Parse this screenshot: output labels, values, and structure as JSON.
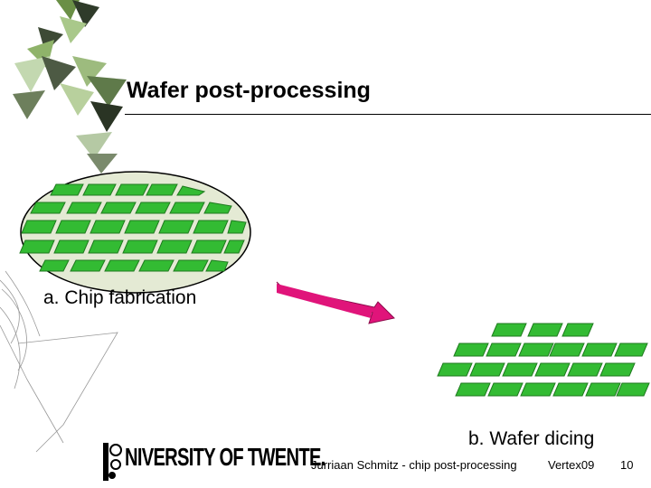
{
  "slide": {
    "title": "Wafer post-processing",
    "caption_a": "a. Chip fabrication",
    "caption_b": "b. Wafer dicing"
  },
  "footer": {
    "author": "Jurriaan Schmitz - chip post-processing",
    "conference": "Vertex09",
    "page": "10"
  },
  "logo": {
    "text": "NIVERSITY OF TWENTE."
  },
  "colors": {
    "chip": "#33bb33",
    "chip_border": "#1f7a1f",
    "wafer": "#e4ead4",
    "arrow": "#e0147a"
  }
}
